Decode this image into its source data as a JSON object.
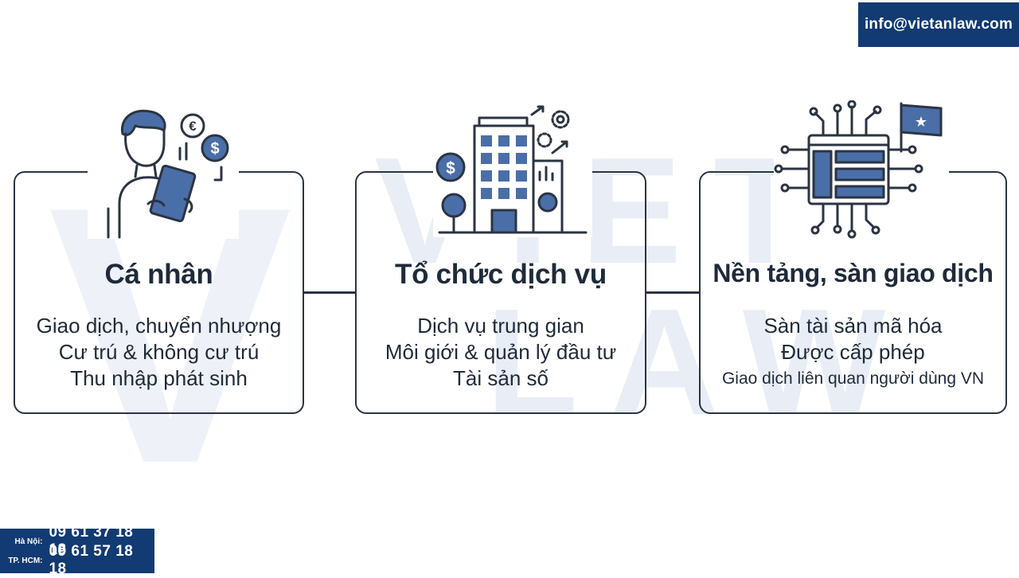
{
  "header": {
    "email": "info@vietanlaw.com"
  },
  "watermark": {
    "mark": "V",
    "line1": "VIET",
    "line2": "LAW"
  },
  "contacts": [
    {
      "city": "Hà Nội:",
      "phone": "09 61 37 18 18"
    },
    {
      "city": "TP. HCM:",
      "phone": "09 61 57 18 18"
    }
  ],
  "cards": [
    {
      "title": "Cá nhân",
      "icon": "person-tablet-icon",
      "lines": [
        "Giao dịch, chuyển nhượng",
        "Cư trú & không cư trú",
        "Thu nhập phát sinh"
      ]
    },
    {
      "title": "Tổ chức dịch vụ",
      "icon": "office-building-icon",
      "lines": [
        "Dịch vụ trung gian",
        "Môi giới & quản lý đầu tư",
        "Tài sản số"
      ]
    },
    {
      "title": "Nền tảng, sàn giao dịch",
      "icon": "circuit-platform-flag-icon",
      "lines": [
        "Sàn tài sản mã hóa",
        "Được cấp phép",
        "Giao dịch liên quan người dùng VN"
      ]
    }
  ],
  "icon_glyphs": {
    "euro": "€",
    "dollar": "$",
    "star": "★"
  },
  "colors": {
    "brand_navy": "#123a73",
    "outline": "#2b3442",
    "icon_blue": "#4a6ea8",
    "watermark": "#e8edf5"
  }
}
